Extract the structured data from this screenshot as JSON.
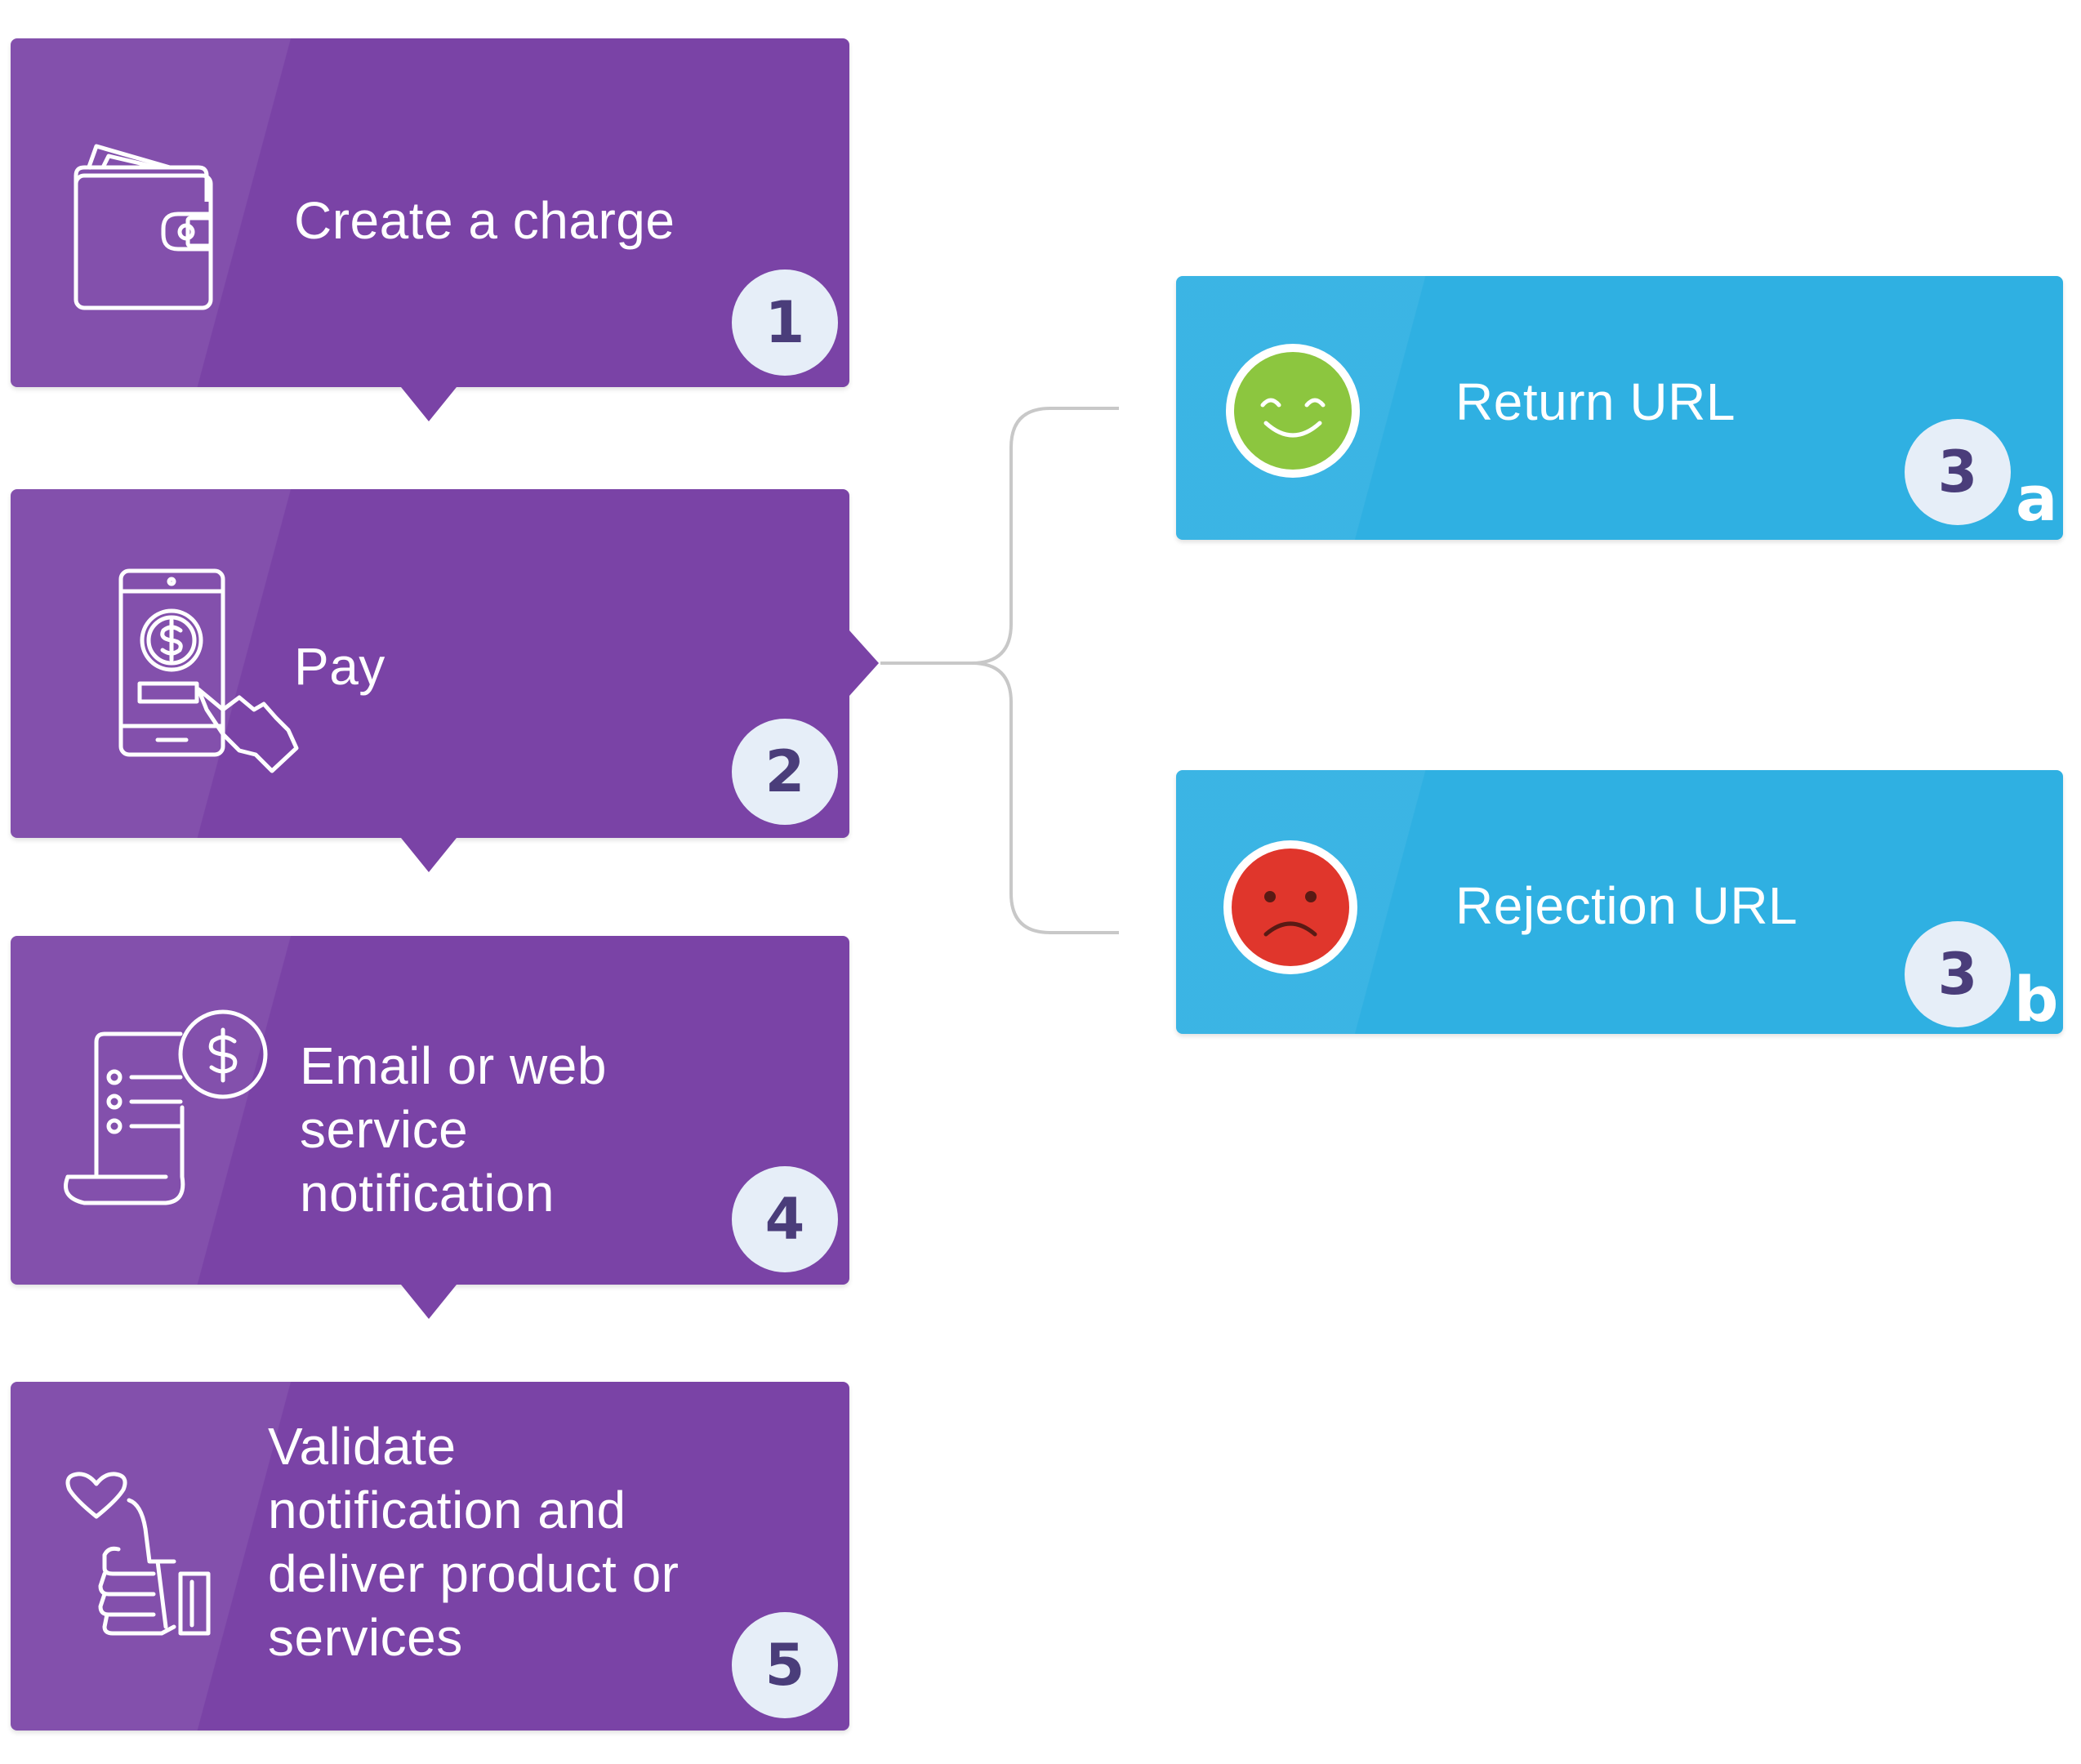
{
  "steps": [
    {
      "label": "Create a charge",
      "badge": "1",
      "icon": "wallet-icon"
    },
    {
      "label": "Pay",
      "badge": "2",
      "icon": "mobile-payment-icon"
    },
    {
      "label": "Email or web\nservice\nnotification",
      "badge": "4",
      "icon": "invoice-dollar-icon"
    },
    {
      "label": "Validate\nnotification and\ndeliver product or\nservices",
      "badge": "5",
      "icon": "thumbs-up-heart-icon"
    }
  ],
  "outcomes": [
    {
      "label": "Return URL",
      "badge": "3",
      "sub": "a",
      "icon": "happy-face-icon",
      "icon_color": "#8cc63f"
    },
    {
      "label": "Rejection URL",
      "badge": "3",
      "sub": "b",
      "icon": "sad-face-icon",
      "icon_color": "#e0362c"
    }
  ],
  "colors": {
    "step_card": "#7a43a6",
    "outcome_card": "#2fb0e2",
    "badge_bg": "#e6eef8",
    "badge_text": "#4a3d7a",
    "connector": "#c8c8c8"
  }
}
